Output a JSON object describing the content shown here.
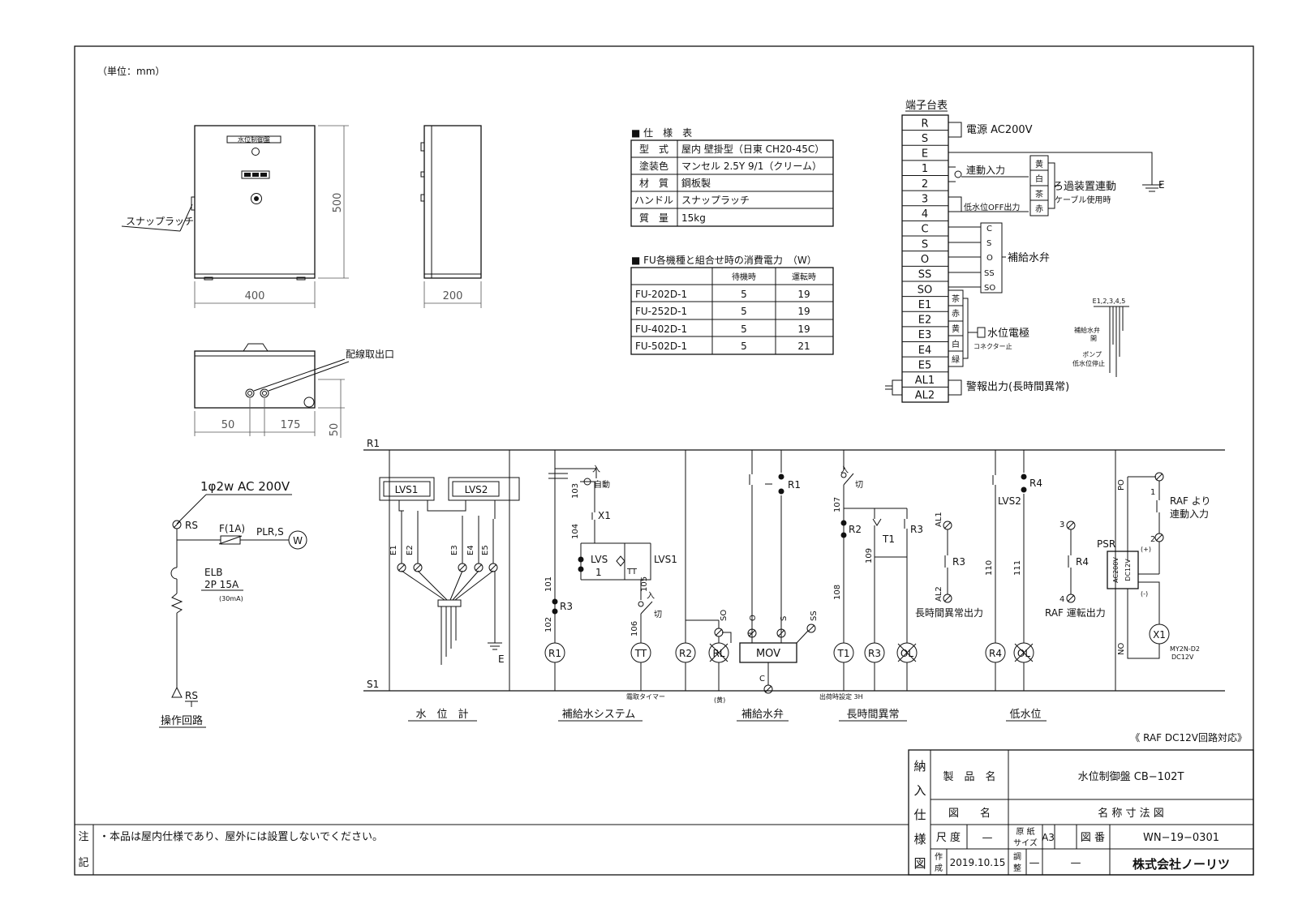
{
  "unit_note": "（単位：mm）",
  "panel": {
    "nameplate": "水位制御盤",
    "snap_latch": "スナップラッチ",
    "dim_height": "500",
    "dim_width": "400",
    "dim_depth": "200",
    "wiring_port": "配線取出口",
    "dim_bottom": [
      "50",
      "175",
      "50"
    ]
  },
  "spec_table": {
    "title": "■ 仕　様　表",
    "rows": [
      [
        "型　式",
        "屋内 壁掛型（日東 CH20-45C）"
      ],
      [
        "塗装色",
        "マンセル 2.5Y 9/1（クリーム）"
      ],
      [
        "材　質",
        "鋼板製"
      ],
      [
        "ハンドル",
        "スナップラッチ"
      ],
      [
        "質　量",
        "15kg"
      ]
    ]
  },
  "power_table": {
    "title": "■ FU各機種と組合せ時の消費電力　（W）",
    "headers": [
      "",
      "待機時",
      "運転時"
    ],
    "rows": [
      [
        "FU-202D-1",
        "5",
        "19"
      ],
      [
        "FU-252D-1",
        "5",
        "19"
      ],
      [
        "FU-402D-1",
        "5",
        "19"
      ],
      [
        "FU-502D-1",
        "5",
        "21"
      ]
    ]
  },
  "terminal": {
    "title": "端子台表",
    "labels": [
      "R",
      "S",
      "E",
      "1",
      "2",
      "3",
      "4",
      "C",
      "S",
      "O",
      "SS",
      "SO",
      "E1",
      "E2",
      "E3",
      "E4",
      "E5",
      "AL1",
      "AL2"
    ],
    "power": "電源 AC200V",
    "interlock_in": "連動入力",
    "low_water_off": "低水位OFF出力",
    "colors_a": [
      "黄",
      "白",
      "茶",
      "赤"
    ],
    "filter_link": "ろ過装置連動",
    "cable_use": "ケーブル使用時",
    "valve_terms": [
      "C",
      "S",
      "O",
      "SS",
      "SO"
    ],
    "valve": "補給水弁",
    "colors_b": [
      "茶",
      "赤",
      "黄",
      "白",
      "緑"
    ],
    "electrode": "水位電極",
    "connector": "コネクター止",
    "alarm": "警報出力(長時間異常)",
    "ground": "E",
    "probe_label": "E1,2,3,4,5",
    "probe_notes": [
      "補給水弁",
      "開",
      "ポンプ",
      "低水位停止"
    ]
  },
  "circuit": {
    "r1": "R1",
    "s1": "S1",
    "supply": "1φ2w AC 200V",
    "rs": "RS",
    "fuse": "F(1A)",
    "plr": "PLR,S",
    "w": "W",
    "elb": "ELB",
    "elb_rating": "2P 15A",
    "elb_ma": "(30mA)",
    "rs_bottom": "RS",
    "op_circuit": "操作回路",
    "lvs1": "LVS1",
    "lvs2": "LVS2",
    "e_terms": [
      "E1",
      "E2",
      "E3",
      "E4",
      "E5"
    ],
    "e_label": "E",
    "sec_level": "水　位　計",
    "sec_makeup": "補給水システム",
    "sec_valve": "補給水弁",
    "sec_long": "長時間異常",
    "sec_low": "低水位",
    "auto_on": "入",
    "auto": "自動",
    "w103": "103",
    "x1": "X1",
    "w104": "104",
    "lvs_c": "LVS",
    "lvs_c2": "1",
    "tt_c": "TT",
    "lvs1_c": "LVS1",
    "w101": "101",
    "r3": "R3",
    "w105": "105",
    "on": "入",
    "off": "切",
    "w102": "102",
    "w106": "106",
    "r1c": "R1",
    "ttc": "TT",
    "tt_note": "霜取タイマー",
    "r1_contact": "R1",
    "so": "SO",
    "o": "O",
    "s": "S",
    "ss": "SS",
    "r2c": "R2",
    "rl": "RL",
    "rl_note": "(黄)",
    "mov": "MOV",
    "c": "C",
    "w107": "107",
    "r2": "R2",
    "t1": "T1",
    "r3b": "R3",
    "w108": "108",
    "w109": "109",
    "al1": "AL1",
    "r3c": "R3",
    "al2": "AL2",
    "long_out": "長時間異常出力",
    "t1c": "T1",
    "r3coil": "R3",
    "ol": "OL",
    "t1_note": "出荷時設定 3H",
    "lvs2c": "LVS2",
    "r4": "R4",
    "w110": "110",
    "w111": "111",
    "n3": "3",
    "r4b": "R4",
    "n4": "4",
    "raf_out": "RAF 運転出力",
    "r4c": "R4",
    "ol2": "OL",
    "po": "PO",
    "n1": "1",
    "raf_in": "RAF より",
    "raf_in2": "連動入力",
    "n2": "2",
    "psr": "PSR",
    "ac200": "AC200V",
    "dc12": "DC12V",
    "plus": "(+)",
    "minus": "(-)",
    "no": "NO",
    "x1c": "X1",
    "my": "MY2N-D2",
    "my2": "DC12V"
  },
  "raf_note": "《 RAF DC12V回路対応》",
  "title_block": {
    "vertical": [
      "納",
      "入",
      "仕",
      "様",
      "図"
    ],
    "product_label": "製　品　名",
    "product": "水位制御盤 CB−102T",
    "drawing_label": "図　　名",
    "drawing": "名 称 寸 法 図",
    "scale_label": "尺 度",
    "scale": "—",
    "paper_label1": "原 紙",
    "paper_label2": "サイズ",
    "paper": "A3",
    "number_label": "図 番",
    "number": "WN−19−0301",
    "made_label1": "作",
    "made_label2": "成",
    "date": "2019.10.15",
    "check_label1": "調",
    "check_label2": "整",
    "check": "—",
    "check2": "—",
    "company": "株式会社ノーリツ"
  },
  "note": {
    "label1": "注",
    "label2": "記",
    "text": "・本品は屋内仕様であり、屋外には設置しないでください。"
  }
}
